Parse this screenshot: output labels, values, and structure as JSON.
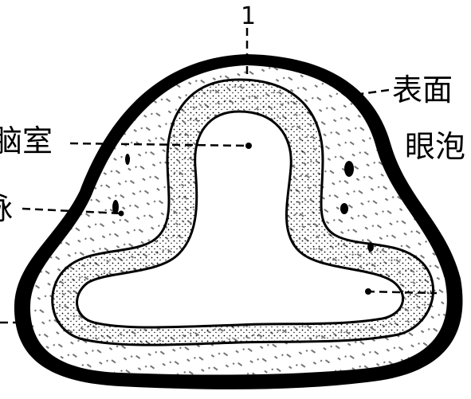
{
  "labels": {
    "top_number": "1",
    "surface": "表面",
    "ventricle": "脑室",
    "eye": "眼泡",
    "left_mid": "脉"
  },
  "colors": {
    "ink": "#000000",
    "paper": "#ffffff"
  }
}
